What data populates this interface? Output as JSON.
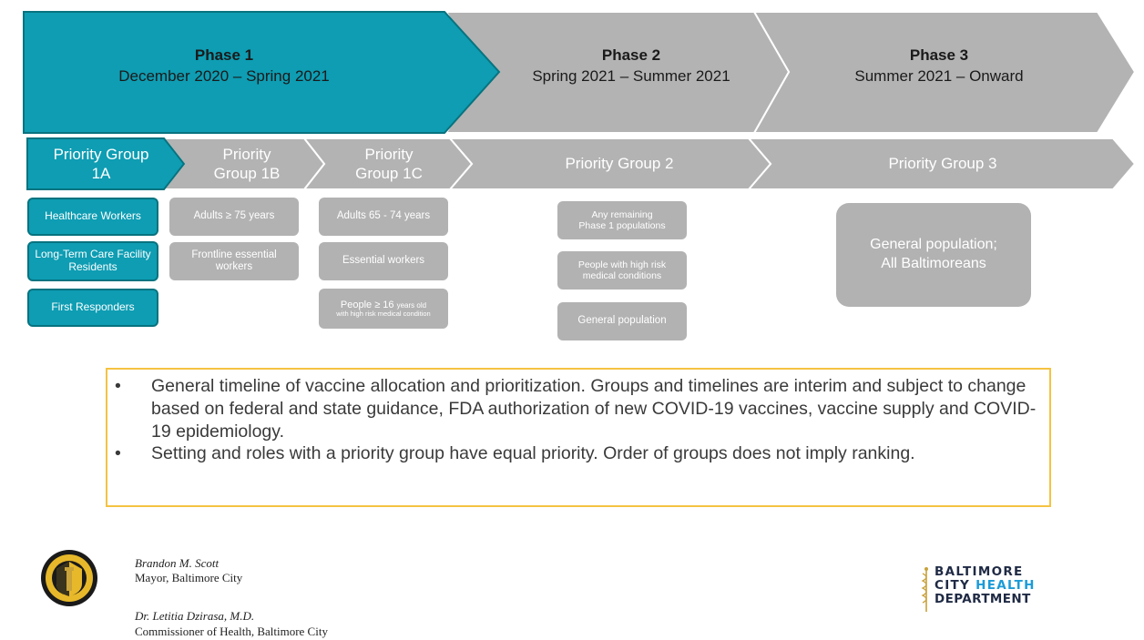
{
  "phases": [
    {
      "title": "Phase 1",
      "dates": "December 2020 – Spring 2021"
    },
    {
      "title": "Phase 2",
      "dates": "Spring 2021 – Summer 2021"
    },
    {
      "title": "Phase 3",
      "dates": "Summer 2021 – Onward"
    }
  ],
  "priority_groups": [
    {
      "line1": "Priority Group",
      "line2": "1A"
    },
    {
      "line1": "Priority",
      "line2": "Group  1B"
    },
    {
      "line1": "Priority",
      "line2": "Group  1C"
    },
    {
      "line1": "Priority Group  2"
    },
    {
      "line1": "Priority Group  3"
    }
  ],
  "group_1a": [
    "Healthcare Workers",
    "Long-Term Care Facility Residents",
    "First Responders"
  ],
  "group_1b": [
    "Adults ≥ 75 years",
    "Frontline essential workers"
  ],
  "group_1c": {
    "item1": "Adults 65 - 74 years",
    "item2": "Essential workers",
    "item3_main": "People ≥ 16",
    "item3_small": "years old",
    "item3_sub": "with high risk medical condition"
  },
  "group_2": [
    "Any remaining Phase 1 populations",
    "People with high risk medical conditions",
    "General population"
  ],
  "group_3": {
    "line1": "General population;",
    "line2": "All Baltimoreans"
  },
  "notes": [
    "General timeline of vaccine allocation and prioritization. Groups and timelines are interim and subject to change based on federal and state guidance,  FDA authorization of new COVID-19 vaccines, vaccine supply and COVID-19 epidemiology.",
    "Setting and roles with a priority group have equal priority. Order of groups does not imply ranking."
  ],
  "bullet": "•",
  "footer": {
    "mayor_name": "Brandon M. Scott",
    "mayor_title": "Mayor, Baltimore City",
    "commissioner_name": "Dr. Letitia Dzirasa, M.D.",
    "commissioner_title": "Commissioner of Health, Baltimore City"
  },
  "logo": {
    "line1": "BALTIMORE",
    "line2a": "CITY",
    "line2b": "HEALTH",
    "line3": "DEPARTMENT"
  },
  "seal_icon": "city-seal",
  "colors": {
    "teal": "#0e9db3",
    "teal_dark": "#07737f",
    "gray": "#b2b2b2",
    "note_border": "#f5c342",
    "logo_dark": "#1f2a44",
    "logo_accent": "#1b9bd7"
  }
}
